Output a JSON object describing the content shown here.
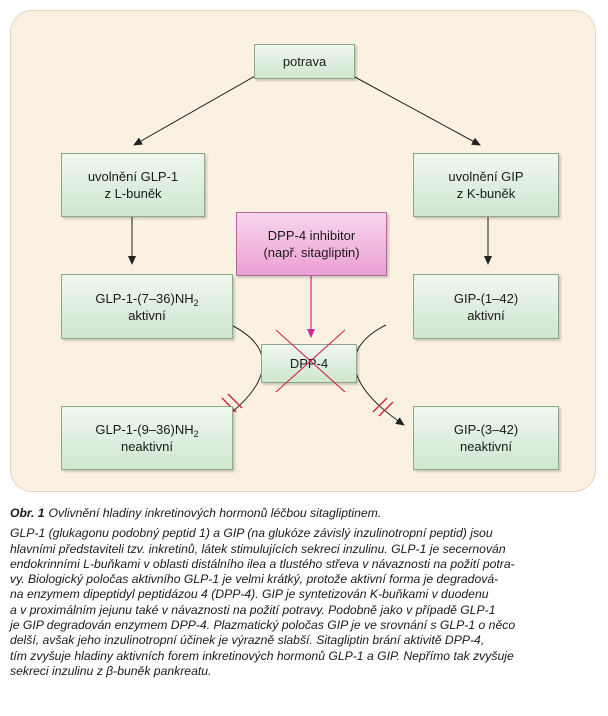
{
  "diagram": {
    "food": "potrava",
    "release_glp1": [
      "uvolnění GLP-1",
      "z L-buněk"
    ],
    "release_gip": [
      "uvolnění GIP",
      "z K-buněk"
    ],
    "inhibitor": [
      "DPP-4 inhibitor",
      "(např. sitagliptin)"
    ],
    "glp1_active_formula": "GLP-1-(7–36)NH",
    "glp1_active_subscript": "2",
    "glp1_active_status": "aktivní",
    "gip_active_formula": "GIP-(1–42)",
    "gip_active_status": "aktivní",
    "enzyme": "DPP-4",
    "glp1_inactive_formula": "GLP-1-(9–36)NH",
    "glp1_inactive_subscript": "2",
    "glp1_inactive_status": "neaktivní",
    "gip_inactive_formula": "GIP-(3–42)",
    "gip_inactive_status": "neaktivní",
    "colors": {
      "panel": "#fbf1e3",
      "box_green": "#dcefdc",
      "box_pink": "#f3b8e0",
      "inhibitor_arrow": "#cc2a9a",
      "block_marks": "#cc2244"
    }
  },
  "caption": {
    "label": "Obr. 1",
    "title": "Ovlivnění hladiny inkretinových hormonů léčbou sitagliptinem.",
    "lines": [
      "GLP-1 (glukagonu podobný peptid 1) a GIP (na glukóze závislý inzulinotropní peptid) jsou",
      "hlavními představiteli tzv. inkretinů, látek stimulujících sekreci inzulinu. GLP-1 je secernován",
      "endokrinními L-buňkami v oblasti distálního ilea a tlustého střeva v návaznosti na požití potra-",
      "vy. Biologický poločas aktivního GLP-1 je velmi krátký, protože aktivní forma je degradová-",
      "na enzymem dipeptidyl peptidázou 4 (DPP-4). GIP je syntetizován K-buňkami v duodenu",
      "a v proximálním jejunu také v návaznosti na požití potravy. Podobně jako v případě GLP-1",
      "je GIP degradován enzymem DPP-4. Plazmatický poločas GIP je ve srovnání s GLP-1 o něco",
      "delší, avšak jeho inzulinotropní účinek je výrazně slabší. Sitagliptin brání aktivitě DPP-4,",
      "tím zvyšuje hladiny aktivních forem inkretinových hormonů GLP-1 a GIP. Nepřímo tak zvyšuje",
      "sekreci inzulinu z β-buněk pankreatu."
    ]
  }
}
